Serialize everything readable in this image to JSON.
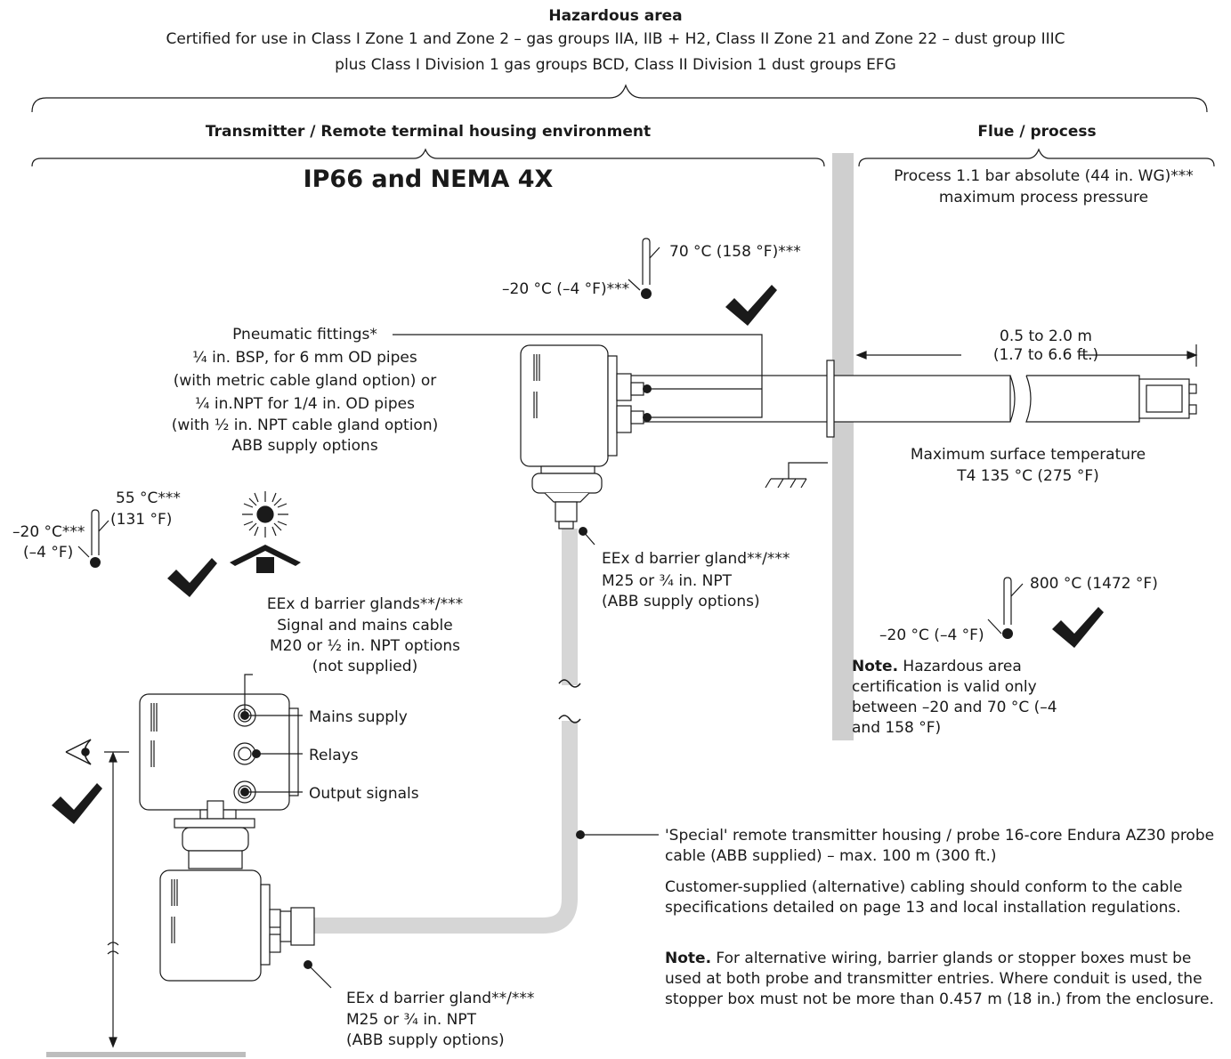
{
  "header": {
    "title": "Hazardous area",
    "line1": "Certified for use in Class I Zone 1 and Zone 2 – gas groups IIA, IIB + H2, Class II Zone 21 and Zone 22 – dust group IIIC",
    "line2": "plus Class I Division 1 gas groups BCD, Class II Division 1 dust groups EFG"
  },
  "transmitter_env": {
    "title": "Transmitter / Remote terminal housing environment",
    "rating": "IP66 and NEMA 4X",
    "probe_temp_max": "70 °C (158 °F)***",
    "probe_temp_min": "–20 °C (–4 °F)***",
    "pneumatic": [
      "Pneumatic fittings*",
      "¼ in. BSP, for 6 mm OD pipes",
      "(with metric cable gland option) or",
      "¼ in.NPT for 1/4 in. OD pipes",
      "(with ½ in. NPT cable gland option)",
      "ABB supply options"
    ],
    "ambient_max_1": "55 °C***",
    "ambient_max_2": "(131 °F)",
    "ambient_min_1": "–20 °C***",
    "ambient_min_2": "(–4 °F)",
    "probe_gland": [
      "EEx d barrier gland**/***",
      "M25 or ¾ in. NPT",
      "(ABB supply options)"
    ],
    "barrier_glands": [
      "EEx d barrier glands**/***",
      "Signal and mains cable",
      "M20 or ½ in. NPT options",
      "(not supplied)"
    ],
    "connections": [
      "Mains supply",
      "Relays",
      "Output signals"
    ],
    "transmitter_gland": [
      "EEx d barrier gland**/***",
      "M25 or ¾ in. NPT",
      "(ABB supply options)"
    ]
  },
  "flue": {
    "title": "Flue / process",
    "pressure": [
      "Process 1.1 bar absolute (44 in. WG)***",
      "maximum process pressure"
    ],
    "length_1": "0.5 to 2.0 m",
    "length_2": "(1.7 to 6.6 ft.)",
    "surface_temp": [
      "Maximum surface temperature",
      "T4 135 °C (275 °F)"
    ],
    "temp_max": "800 °C (1472 °F)",
    "temp_min": "–20 °C (–4 °F)",
    "note_label": "Note.",
    "note_text": " Hazardous area certification is valid only between –20 and 70 °C (–4 and 158 °F)"
  },
  "cable": {
    "spec": "'Special' remote transmitter housing / probe 16-core Endura AZ30 probe cable (ABB supplied) – max. 100 m (300 ft.)",
    "customer": "Customer-supplied (alternative) cabling should conform to the cable specifications detailed on page 13 and local installation regulations.",
    "note_label": "Note.",
    "note_text": " For alternative wiring, barrier glands or stopper boxes must be used at both probe and transmitter entries. Where conduit is used, the stopper box must not be more than 0.457 m (18 in.) from the enclosure."
  },
  "colors": {
    "line": "#1a1a1a",
    "cable": "#d6d6d6",
    "flue_wall": "#cfcfcf"
  },
  "icons": [
    "thermometer-icon",
    "checkmark-icon",
    "sun-icon",
    "shelter-icon",
    "eye-icon",
    "ground-icon",
    "break-symbol-icon"
  ]
}
